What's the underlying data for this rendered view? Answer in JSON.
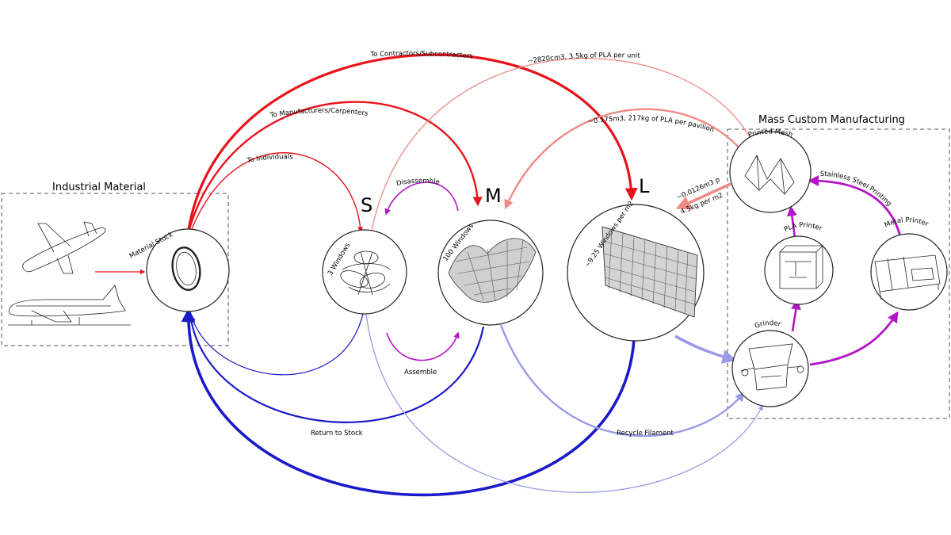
{
  "colors": {
    "red": "#e8131a",
    "red_light": "#f08a86",
    "blue": "#1a1ac8",
    "blue_light": "#9a9ae8",
    "purple": "#b515c8"
  },
  "sections": {
    "industrial_material": "Industrial Material",
    "mass_custom": "Mass Custom Manufacturing"
  },
  "sizes": {
    "s": "S",
    "m": "M",
    "l": "L"
  },
  "nodes": {
    "material_stock": "Material Stock",
    "three_windows": "3 Windows",
    "hundred_windows": "100 Windows",
    "windows_per_m2": "~9.25 Windows per m2",
    "printed_mesh": "Printed Mesh",
    "pla_printer": "PLA Printer",
    "metal_printer": "Metal Printer",
    "grinder": "Grinder"
  },
  "flows": {
    "to_contractors": "To Contractors/Subcontractors",
    "to_manufacturers": "To Manufacturers/Carpenters",
    "to_individuals": "To Individuals",
    "pla_per_unit": "~2820cm3, 3.5kg of PLA per unit",
    "pla_per_pavilion": "~0.175m3, 217kg of PLA per pavilion",
    "per_m2_volume": "~0.0126m3 per",
    "per_m2_mass": "4.5kg per m2",
    "disassemble": "Disassemble",
    "assemble": "Assemble",
    "return_to_stock": "Return to Stock",
    "recycle_filament": "Recycle Filament",
    "stainless_steel": "Stainless Steel Printing"
  }
}
